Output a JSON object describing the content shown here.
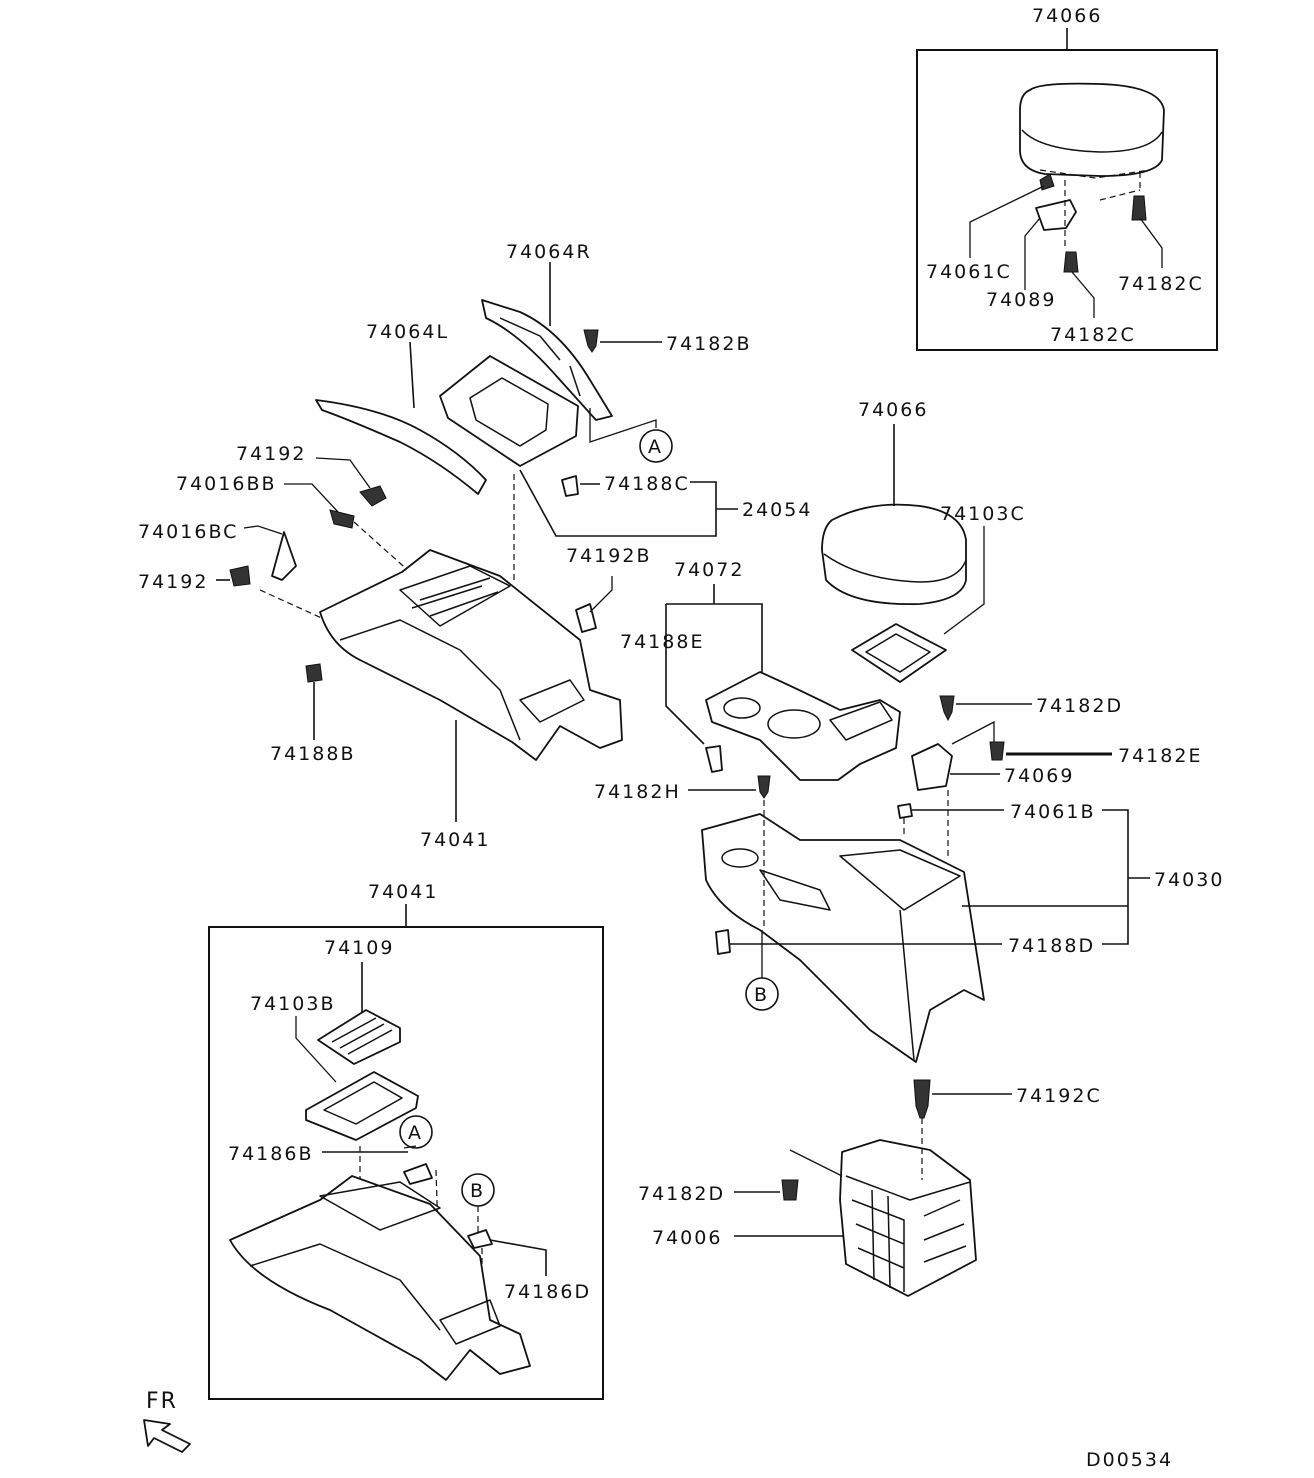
{
  "labels": {
    "p74066_top": "74066",
    "p74061C": "74061C",
    "p74089": "74089",
    "p74182C_a": "74182C",
    "p74182C_b": "74182C",
    "p74064R": "74064R",
    "p74064L": "74064L",
    "p74182B": "74182B",
    "p74192_a": "74192",
    "p74016BB": "74016BB",
    "p74016BC": "74016BC",
    "p74192_b": "74192",
    "p74188C": "74188C",
    "p24054": "24054",
    "p74192B": "74192B",
    "p74188B": "74188B",
    "p74041_a": "74041",
    "p74066_mid": "74066",
    "p74103C": "74103C",
    "p74072": "74072",
    "p74188E": "74188E",
    "p74182D_a": "74182D",
    "p74182E": "74182E",
    "p74069": "74069",
    "p74182H": "74182H",
    "p74061B": "74061B",
    "p74030": "74030",
    "p74188D": "74188D",
    "p74041_b": "74041",
    "p74109": "74109",
    "p74103B": "74103B",
    "p74186B": "74186B",
    "p74186D": "74186D",
    "p74192C": "74192C",
    "p74182D_b": "74182D",
    "p74006": "74006"
  },
  "callouts": {
    "a_main": "A",
    "b_main": "B",
    "a_inset": "A",
    "b_inset": "B"
  },
  "direction_label": "FR",
  "diagram_code": "D00534"
}
